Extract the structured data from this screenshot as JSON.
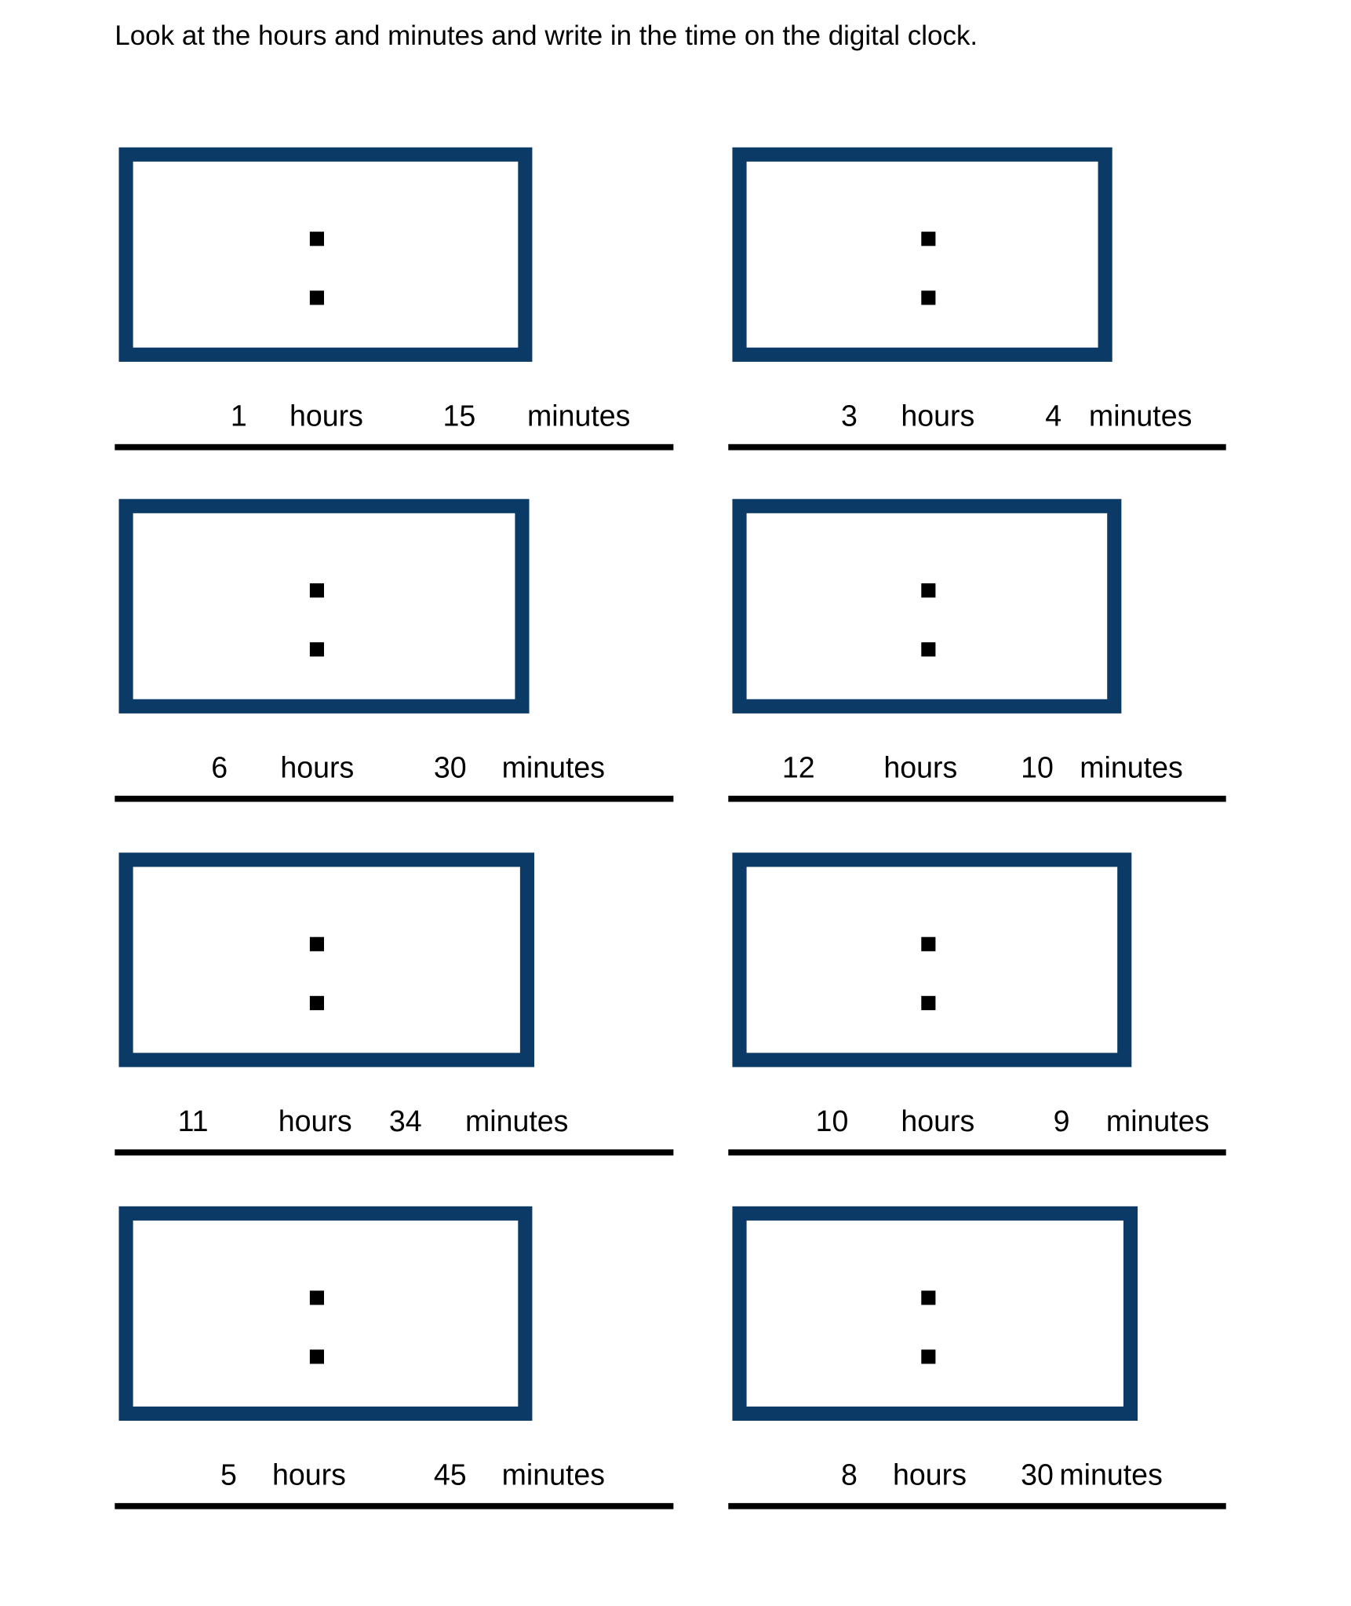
{
  "instructions": "Look at the hours and minutes and write in the time on the digital clock.",
  "colors": {
    "clock_border": "#0b3a66",
    "dots": "#000000"
  },
  "exercises": [
    {
      "hours": "1",
      "hours_label": "hours",
      "minutes": "15",
      "minutes_label": "minutes"
    },
    {
      "hours": "3",
      "hours_label": "hours",
      "minutes": "4",
      "minutes_label": "minutes"
    },
    {
      "hours": "6",
      "hours_label": "hours",
      "minutes": "30",
      "minutes_label": "minutes"
    },
    {
      "hours": "12",
      "hours_label": "hours",
      "minutes": "10",
      "minutes_label": "minutes"
    },
    {
      "hours": "11",
      "hours_label": "hours",
      "minutes": "34",
      "minutes_label": "minutes"
    },
    {
      "hours": "10",
      "hours_label": "hours",
      "minutes": "9",
      "minutes_label": "minutes"
    },
    {
      "hours": "5",
      "hours_label": "hours",
      "minutes": "45",
      "minutes_label": "minutes"
    },
    {
      "hours": "8",
      "hours_label": "hours",
      "minutes": "30",
      "minutes_label": "minutes"
    }
  ]
}
